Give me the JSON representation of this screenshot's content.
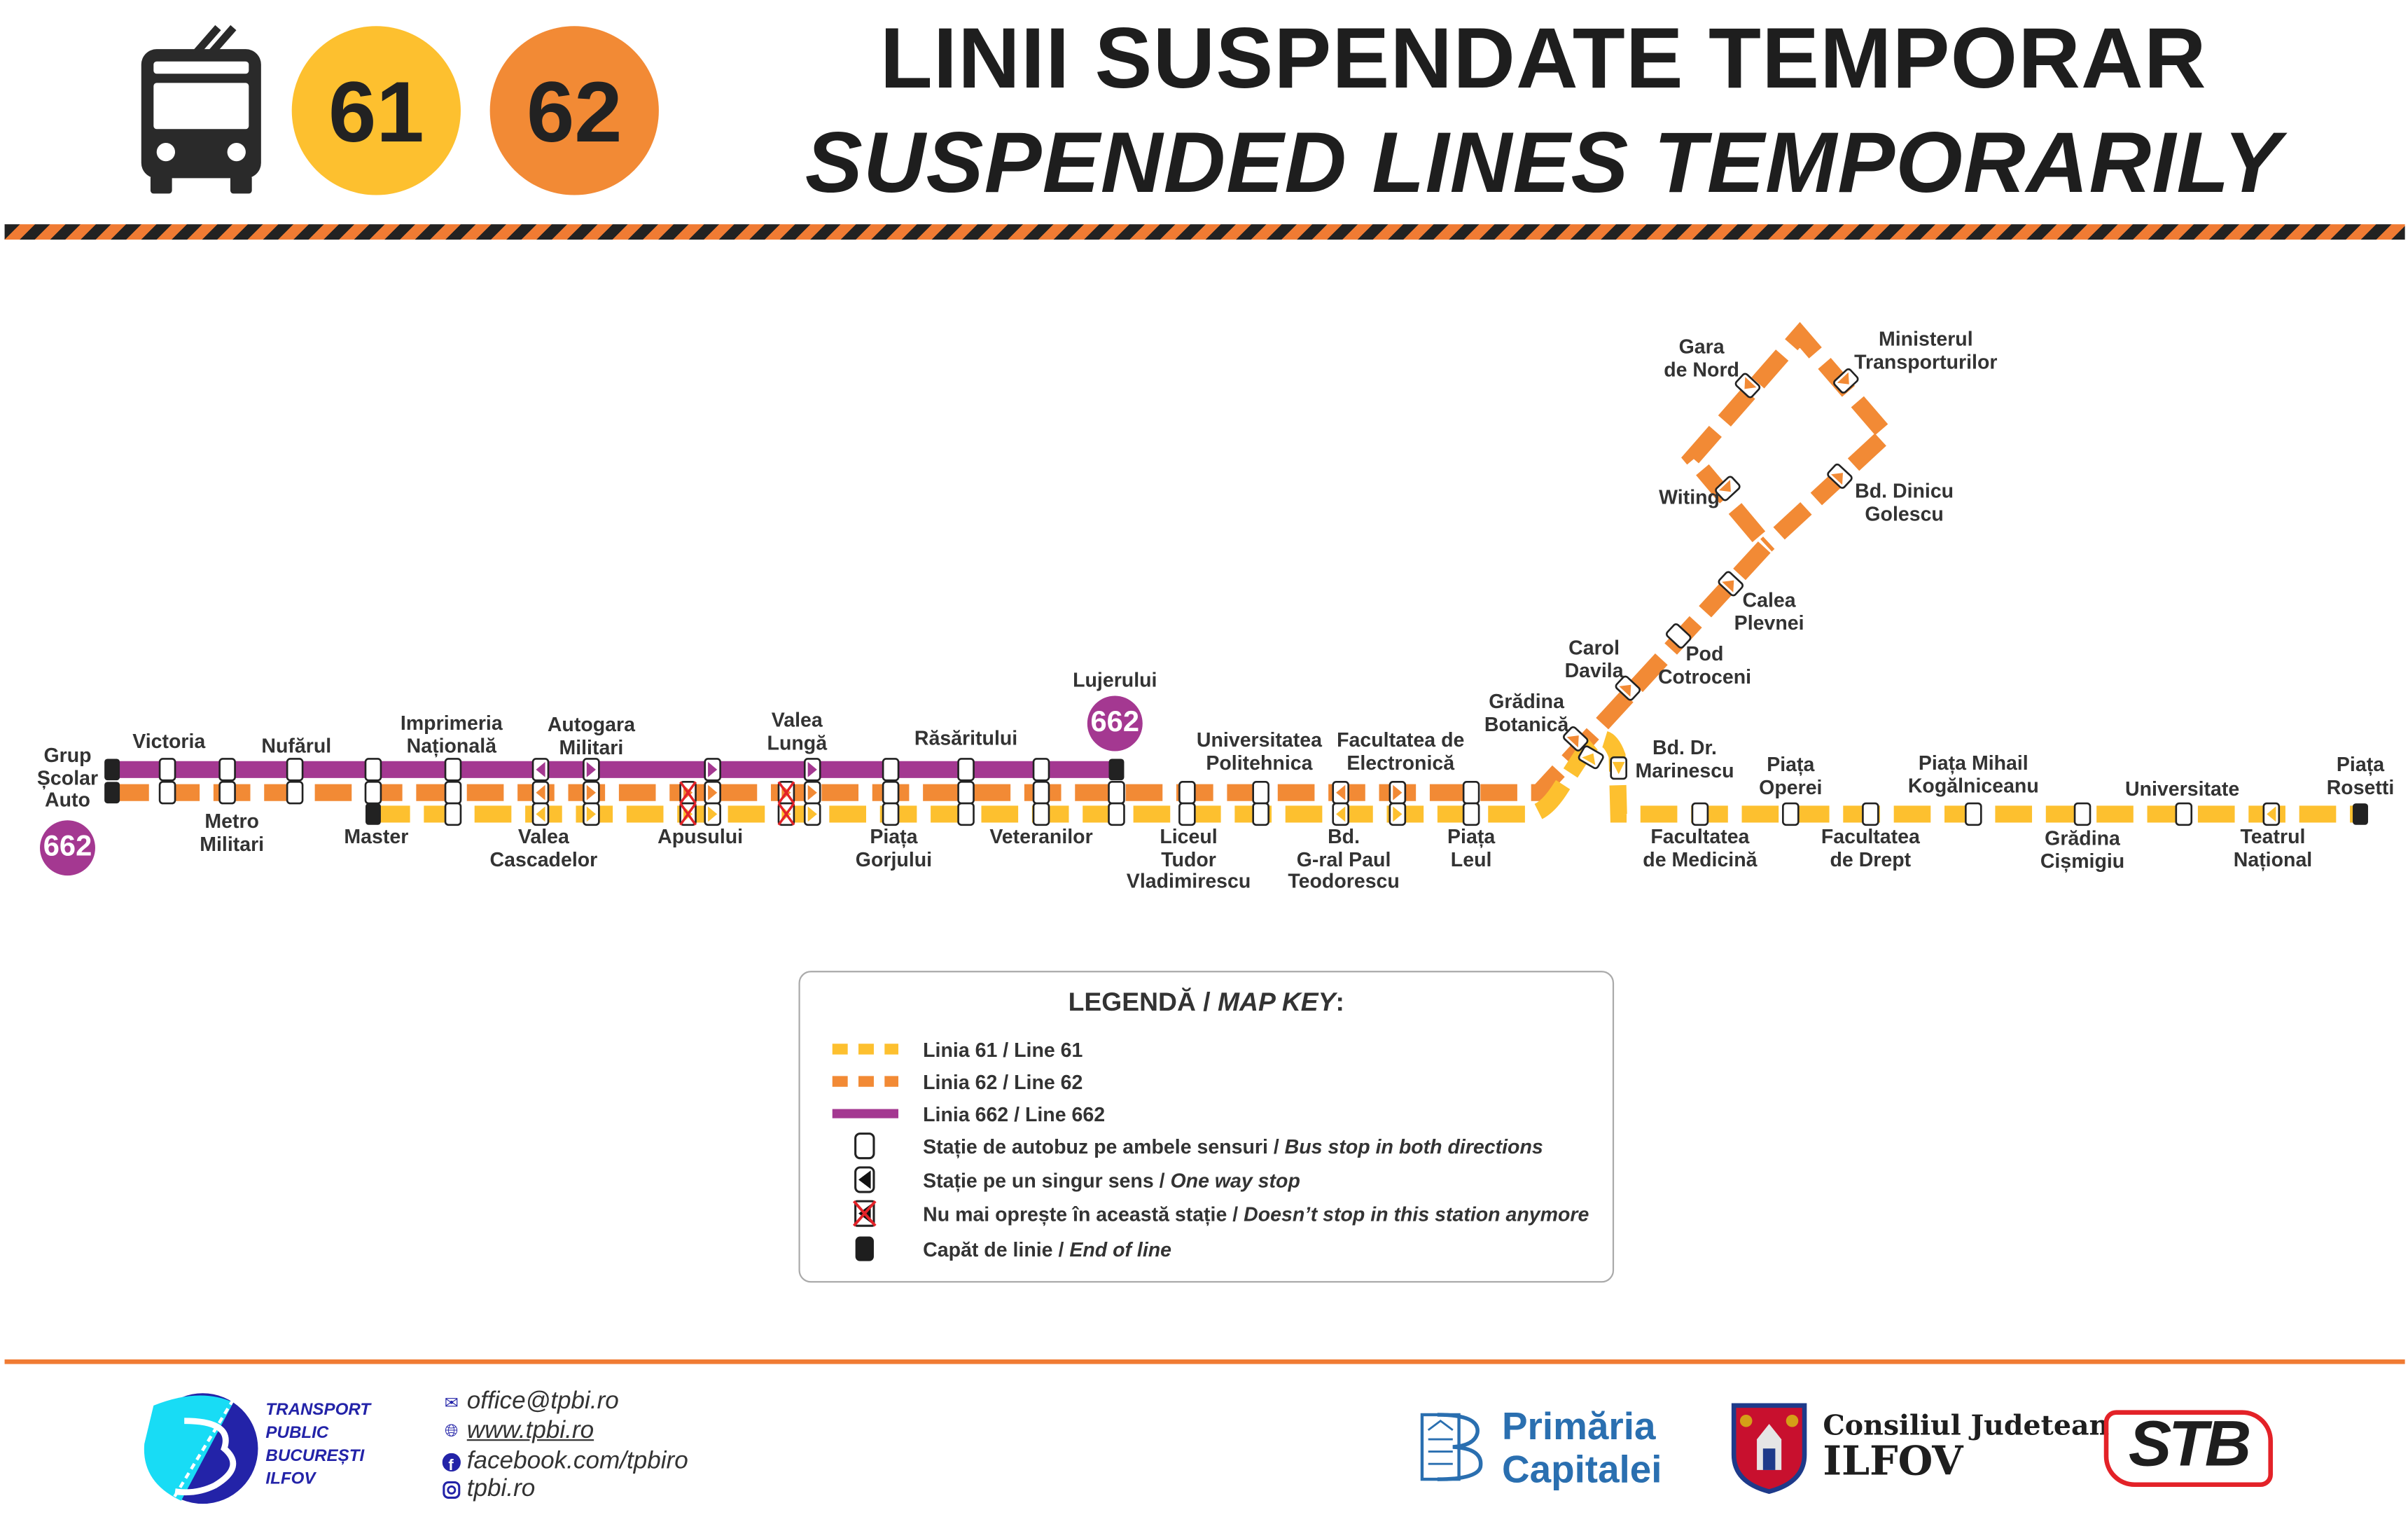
{
  "header": {
    "title_ro": "LINII SUSPENDATE TEMPORAR",
    "title_en": "SUSPENDED LINES TEMPORARILY",
    "lines": [
      {
        "number": "61",
        "color": "#FDC02F"
      },
      {
        "number": "62",
        "color": "#F28A35"
      }
    ],
    "icon": "trolleybus-icon"
  },
  "colors": {
    "line61": "#FDC02F",
    "line62": "#F28A35",
    "line662": "#A43891",
    "end": "#222222",
    "removed": "#E32228"
  },
  "route_badges": {
    "left": "662",
    "lujerului": "662"
  },
  "stations": {
    "grup_scolar_auto": "Grup\nȘcolar\nAuto",
    "victoria": "Victoria",
    "metro_militari": "Metro\nMilitari",
    "nufarul": "Nufărul",
    "master": "Master",
    "imprimeria": "Imprimeria\nNațională",
    "valea_cascadelor": "Valea\nCascadelor",
    "autogara": "Autogara\nMilitari",
    "apusului": "Apusului",
    "valea_lunga": "Valea\nLungă",
    "piata_gorjului": "Piața\nGorjului",
    "rasaritului": "Răsăritului",
    "veteranilor": "Veteranilor",
    "lujerului": "Lujerului",
    "liceul_tudor": "Liceul\nTudor\nVladimirescu",
    "politehnica": "Universitatea\nPolitehnica",
    "electronica": "Facultatea de\nElectronică",
    "teodorescu": "Bd.\nG-ral Paul\nTeodorescu",
    "piata_leul": "Piața\nLeul",
    "gradina_botanica": "Grădina\nBotanică",
    "carol_davila": "Carol\nDavila",
    "pod_cotroceni": "Pod\nCotroceni",
    "calea_plevnei": "Calea\nPlevnei",
    "dinicu_golescu": "Bd. Dinicu\nGolescu",
    "ministerul": "Ministerul\nTransporturilor",
    "gara_de_nord": "Gara\nde Nord",
    "witing": "Witing",
    "marinescu": "Bd. Dr.\nMarinescu",
    "piata_operei": "Piața\nOperei",
    "kogalniceanu": "Piața Mihail\nKogălniceanu",
    "universitate": "Universitate",
    "piata_rosetti": "Piața\nRosetti",
    "fac_medicina": "Facultatea\nde Medicină",
    "fac_drept": "Facultatea\nde Drept",
    "cismigiu": "Grădina\nCișmigiu",
    "teatrul_national": "Teatrul\nNațional"
  },
  "legend": {
    "title_ro": "LEGENDĂ",
    "title_en": "MAP KEY",
    "items": [
      {
        "ro": "Linia 61",
        "en": "Line 61"
      },
      {
        "ro": "Linia 62",
        "en": "Line 62"
      },
      {
        "ro": "Linia 662",
        "en": "Line 662"
      },
      {
        "ro": "Stație de autobuz pe ambele sensuri",
        "en": "Bus stop in both directions"
      },
      {
        "ro": "Stație pe un singur sens",
        "en": "One way stop"
      },
      {
        "ro": "Nu mai oprește în această stație",
        "en": "Doesn’t stop in this station anymore"
      },
      {
        "ro": "Capăt de linie",
        "en": "End of line"
      }
    ],
    "sep": " / "
  },
  "footer": {
    "tpbi": "TRANSPORT\nPUBLIC\nBUCUREȘTI\nILFOV",
    "contacts": {
      "email": "office@tpbi.ro",
      "web": "www.tpbi.ro",
      "facebook": "facebook.com/tpbiro",
      "instagram": "tpbi.ro"
    },
    "primaria": "Primăria\nCapitalei",
    "consiliul_1": "Consiliul Judetean",
    "consiliul_2": "ILFOV",
    "stb": "STB"
  }
}
